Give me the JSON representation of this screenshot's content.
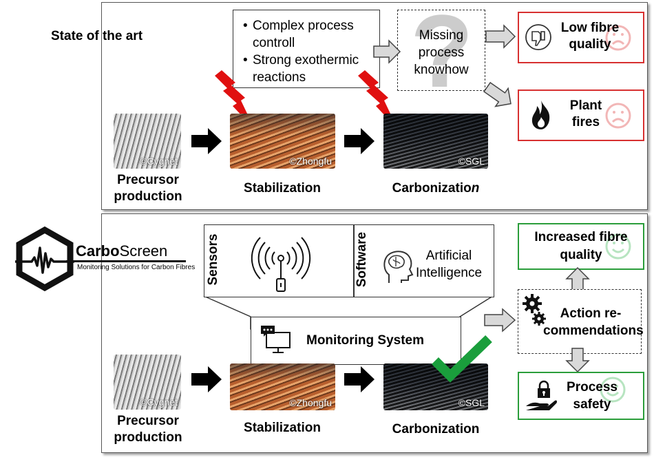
{
  "top": {
    "heading": "State of the art",
    "issues": [
      "Complex process controll",
      "Strong exothermic reactions"
    ],
    "missing": "Missing process knowhow",
    "low_quality": "Low fibre quality",
    "plant_fires": "Plant fires"
  },
  "process": {
    "precursor": "Precursor production",
    "stabilization": "Stabilization",
    "carbonization_main": "Carbonizatio",
    "carbonization_italic": "n",
    "carbonization": "Carbonization",
    "credit_cygnet": "©Cygnet",
    "credit_zhongfu": "©Zhongfu",
    "credit_sgl": "©SGL"
  },
  "logo": {
    "name_bold": "Carbo",
    "name_rest": "Screen",
    "tagline": "Monitoring Solutions for Carbon Fibres"
  },
  "bottom": {
    "sensors": "Sensors",
    "software": "Software",
    "ai": "Artificial Intelligence",
    "monitoring": "Monitoring System",
    "increased_quality": "Increased fibre quality",
    "action": "Action re-commendations",
    "safety": "Process safety"
  },
  "colors": {
    "red": "#d73030",
    "green": "#2a9d3a",
    "arrow_grey": "#d9d9d9"
  }
}
